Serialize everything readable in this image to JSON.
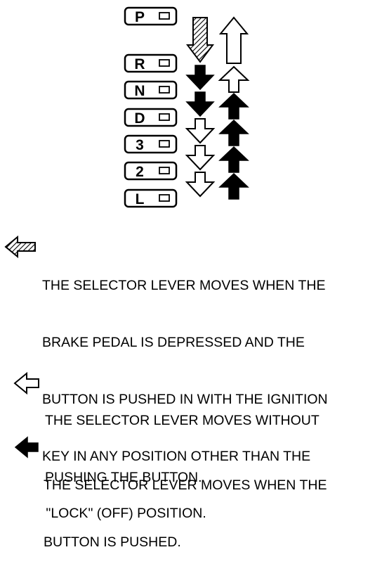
{
  "gear_positions": [
    "P",
    "R",
    "N",
    "D",
    "3",
    "2",
    "L"
  ],
  "legend": [
    {
      "arrow": "hatched-arrow-icon",
      "lines": [
        "THE SELECTOR LEVER MOVES WHEN THE",
        "BRAKE PEDAL IS DEPRESSED AND THE",
        "BUTTON IS PUSHED IN WITH THE IGNITION",
        "KEY IN ANY POSITION OTHER THAN THE",
        " \"LOCK\" (OFF) POSITION."
      ]
    },
    {
      "arrow": "outline-arrow-icon",
      "lines": [
        "THE SELECTOR LEVER MOVES WITHOUT",
        "PUSHING THE BUTTON."
      ]
    },
    {
      "arrow": "solid-arrow-icon",
      "lines": [
        "THE SELECTOR LEVER MOVES WHEN THE",
        "BUTTON IS PUSHED."
      ]
    }
  ],
  "colors": {
    "ink": "#000000",
    "paper": "#ffffff"
  }
}
